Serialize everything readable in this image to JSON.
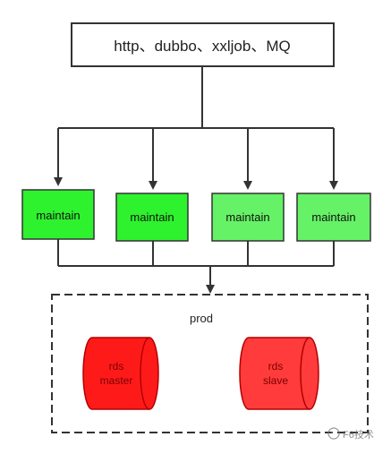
{
  "top_box": {
    "label": "http、dubbo、xxljob、MQ"
  },
  "services": [
    {
      "label": "maintain",
      "fill": "#2ef22e"
    },
    {
      "label": "maintain",
      "fill": "#2ef22e"
    },
    {
      "label": "maintain",
      "fill": "#66f266"
    },
    {
      "label": "maintain",
      "fill": "#66f266"
    }
  ],
  "prod_group": {
    "label": "prod"
  },
  "databases": [
    {
      "line1": "rds",
      "line2": "master",
      "fill": "#ff1a1a"
    },
    {
      "line1": "rds",
      "line2": "slave",
      "fill": "#ff3b3b"
    }
  ],
  "watermark": {
    "text": "F6技术"
  },
  "colors": {
    "stroke": "#333333",
    "db_stroke": "#b30000",
    "db_text": "#7a0000"
  }
}
